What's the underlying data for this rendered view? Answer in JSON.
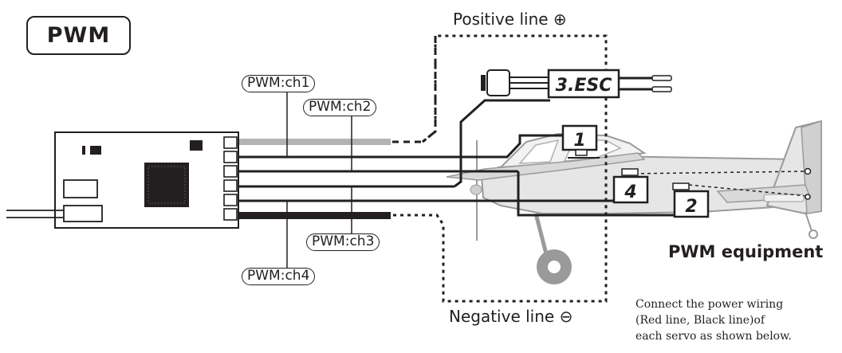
{
  "title": "PWM",
  "positive_line": "Positive line ⊕",
  "negative_line": "Negative line ⊖",
  "channels": [
    "PWM:ch1",
    "PWM:ch2",
    "PWM:ch3",
    "PWM:ch4"
  ],
  "devices": {
    "esc": "3.ESC",
    "servo1": "1",
    "servo2": "2",
    "servo4": "4"
  },
  "equipment_label": "PWM equipment",
  "note": {
    "line1": "Connect the power wiring",
    "line2": "(Red line, Black line)of",
    "line3": "each servo as shown below."
  },
  "colors": {
    "wire": "#231f20",
    "positive_wire": "#b3b3b3",
    "negative_wire": "#231f20",
    "chip": "#231f20",
    "plane_fill": "#e6e6e6"
  }
}
